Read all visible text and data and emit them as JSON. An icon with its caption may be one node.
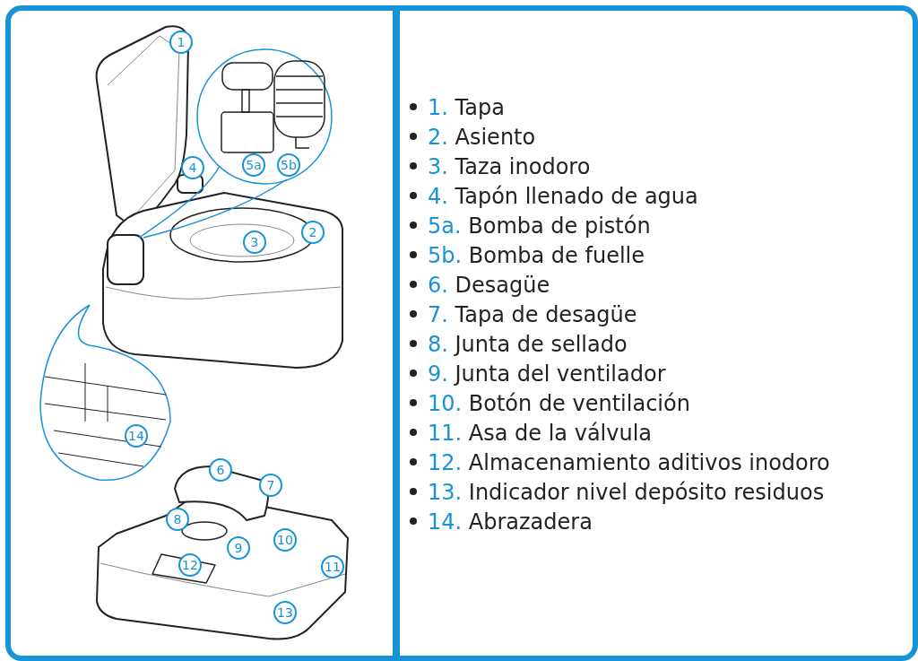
{
  "diagram": {
    "labels": [
      "1",
      "5a",
      "5b",
      "4",
      "2",
      "3",
      "14",
      "6",
      "7",
      "8",
      "10",
      "9",
      "12",
      "11",
      "13",
      "1. Tapa",
      "2. Asiento",
      "3. Taza inodoro",
      "4. Tapón llenado de agua",
      "5a. Bomba de pistón",
      "5b. Bomba de fuelle",
      "6. Desagüe",
      "7. Tapa de desagüe",
      "8. Junta de sellado",
      "9. Junta del ventilador",
      "10. Botón de ventilación",
      "11. Asa de la válvula",
      "12. Almacenamiento aditivos inodoro",
      "13. Indicador nivel depósito residuos",
      "14. Abrazadera"
    ]
  }
}
